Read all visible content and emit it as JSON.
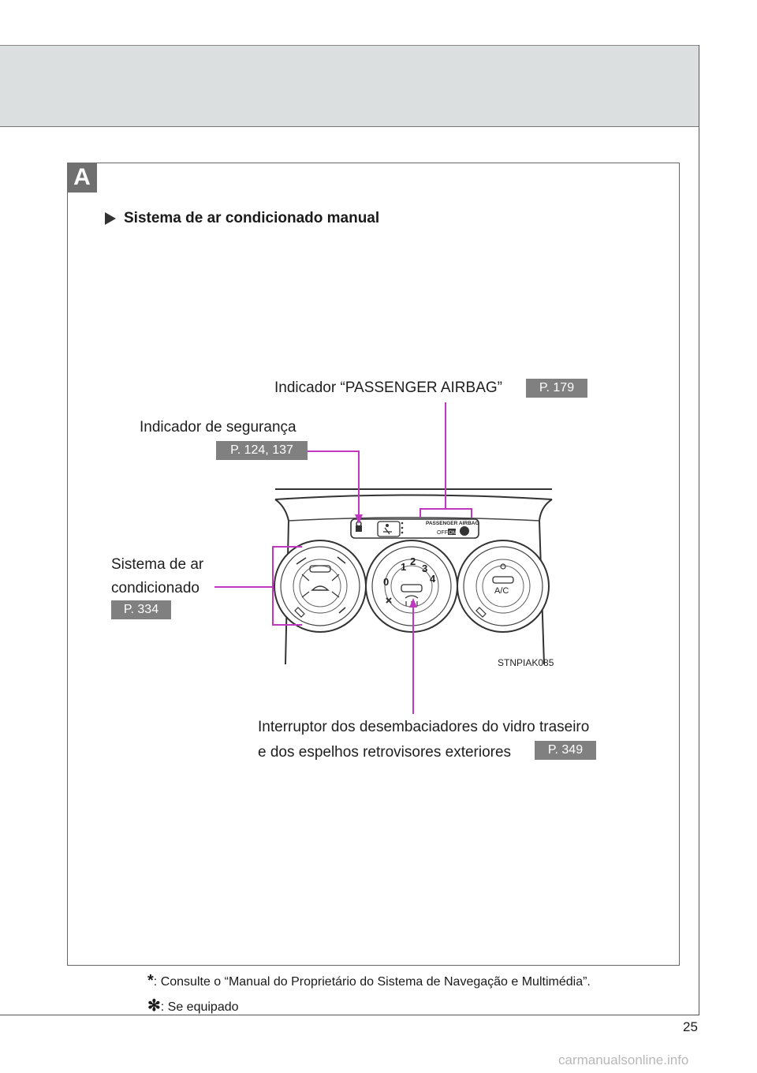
{
  "section": {
    "letter": "A",
    "heading": "Sistema de ar condicionado manual"
  },
  "callouts": {
    "airbag": {
      "label": "Indicador “PASSENGER AIRBAG”",
      "ref": "P. 179"
    },
    "security": {
      "label": "Indicador de segurança",
      "ref": "P. 124, 137"
    },
    "ac": {
      "line1": "Sistema de ar",
      "line2": "condicionado",
      "ref": "P. 334"
    },
    "defogger": {
      "line1": "Interruptor dos desembaciadores do vidro traseiro",
      "line2": "e dos espelhos retrovisores exteriores",
      "ref": "P. 349"
    }
  },
  "figure": {
    "code": "STNPIAK085",
    "panel_text": {
      "airbag": "PASSENGER   AIRBAG",
      "off": "OFF",
      "on": "ON",
      "ac": "A/C"
    },
    "fan_speeds": [
      "0",
      "1",
      "2",
      "3",
      "4"
    ]
  },
  "footnotes": [
    {
      "mark": "*",
      "text": ": Consulte o “Manual do Proprietário do Sistema de Navegação e Multimédia”."
    },
    {
      "mark": "✻",
      "text": ": Se equipado"
    }
  ],
  "page": {
    "number": "25"
  },
  "watermark": "carmanualsonline.info",
  "colors": {
    "callout_line": "#c037c0",
    "ref_tag": "#808080",
    "header_band": "#dcdfe0"
  }
}
